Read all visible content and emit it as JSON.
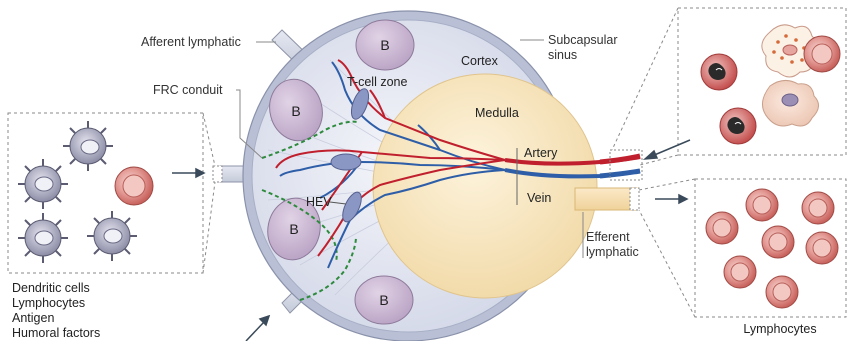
{
  "labels": {
    "afferent_lymphatic": "Afferent lymphatic",
    "frc_conduit": "FRC conduit",
    "t_cell_zone": "T-cell zone",
    "cortex": "Cortex",
    "subcapsular_sinus_line1": "Subcapsular",
    "subcapsular_sinus_line2": "sinus",
    "medulla": "Medulla",
    "artery": "Artery",
    "vein": "Vein",
    "hev": "HEV",
    "efferent_lymphatic_line1": "Efferent",
    "efferent_lymphatic_line2": "lymphatic",
    "b_follicle": "B"
  },
  "left_inset": {
    "contents": [
      "Dendritic cells",
      "Lymphocytes",
      "Antigen",
      "Humoral factors"
    ]
  },
  "right_bottom_inset": {
    "caption": "Lymphocytes"
  },
  "colors": {
    "capsule": "#b9c0d6",
    "cortex": "#e9ecf5",
    "medulla": "#f8e6c0",
    "b_follicle": "#c8b6d2",
    "artery": "#c0202e",
    "vein": "#2f5ea8",
    "frc_conduit": "#2e8b3e",
    "hev": "#8a96c4"
  }
}
